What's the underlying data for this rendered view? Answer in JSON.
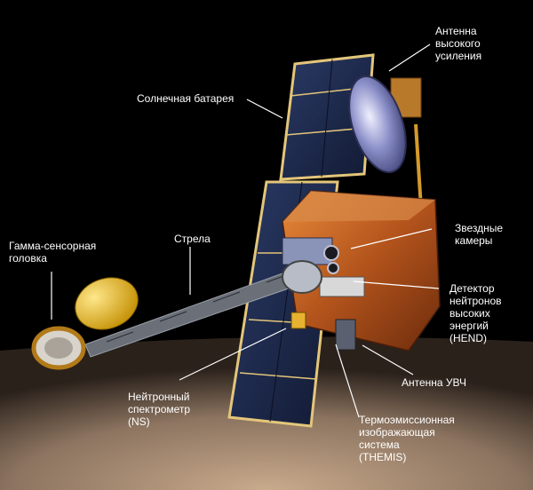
{
  "labels": {
    "high_gain_antenna": "Антенна\nвысокого\nусиления",
    "solar_array": "Солнечная батарея",
    "star_cameras": "Звездные\nкамеры",
    "gamma_sensor_head": "Гамма-сенсорная\nголовка",
    "boom": "Стрела",
    "hend": "Детектор\nнейтронов\nвысоких\nэнергий\n(HEND)",
    "uhf_antenna": "Антенна УВЧ",
    "neutron_spectrometer": "Нейтронный\nспектрометр\n(NS)",
    "themis": "Термоэмиссионная\nизображающая\nсистема\n(THEMIS)"
  }
}
